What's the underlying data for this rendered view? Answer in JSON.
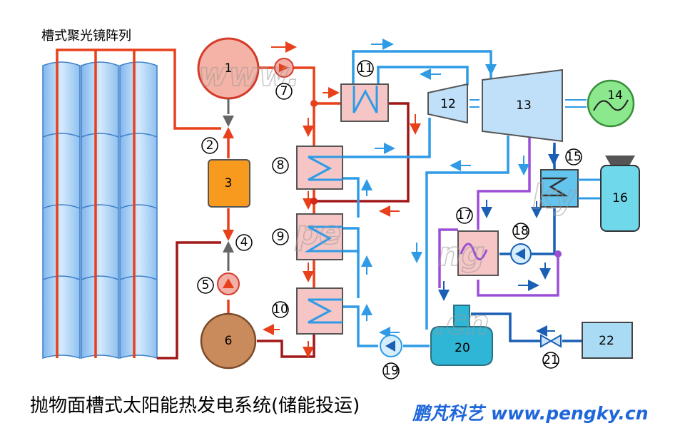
{
  "top_label": "槽式聚光镜阵列",
  "caption": "抛物面槽式太阳能热发电系统(储能投运)",
  "brand": {
    "name": "鹏芃科艺",
    "url": "www.pengky.cn"
  },
  "watermarks": [
    "www.",
    "pe",
    "ng",
    "ky",
    ".cn"
  ],
  "components": [
    "1",
    "2",
    "3",
    "4",
    "5",
    "6",
    "7",
    "8",
    "9",
    "10",
    "11",
    "12",
    "13",
    "14",
    "15",
    "16",
    "17",
    "18",
    "19",
    "20",
    "21",
    "22"
  ],
  "colors": {
    "hot_oil": "#e8401a",
    "return_oil": "#a01818",
    "water": "#2f9be6",
    "condensate": "#1a5fb4",
    "purple": "#9b4fd6"
  }
}
